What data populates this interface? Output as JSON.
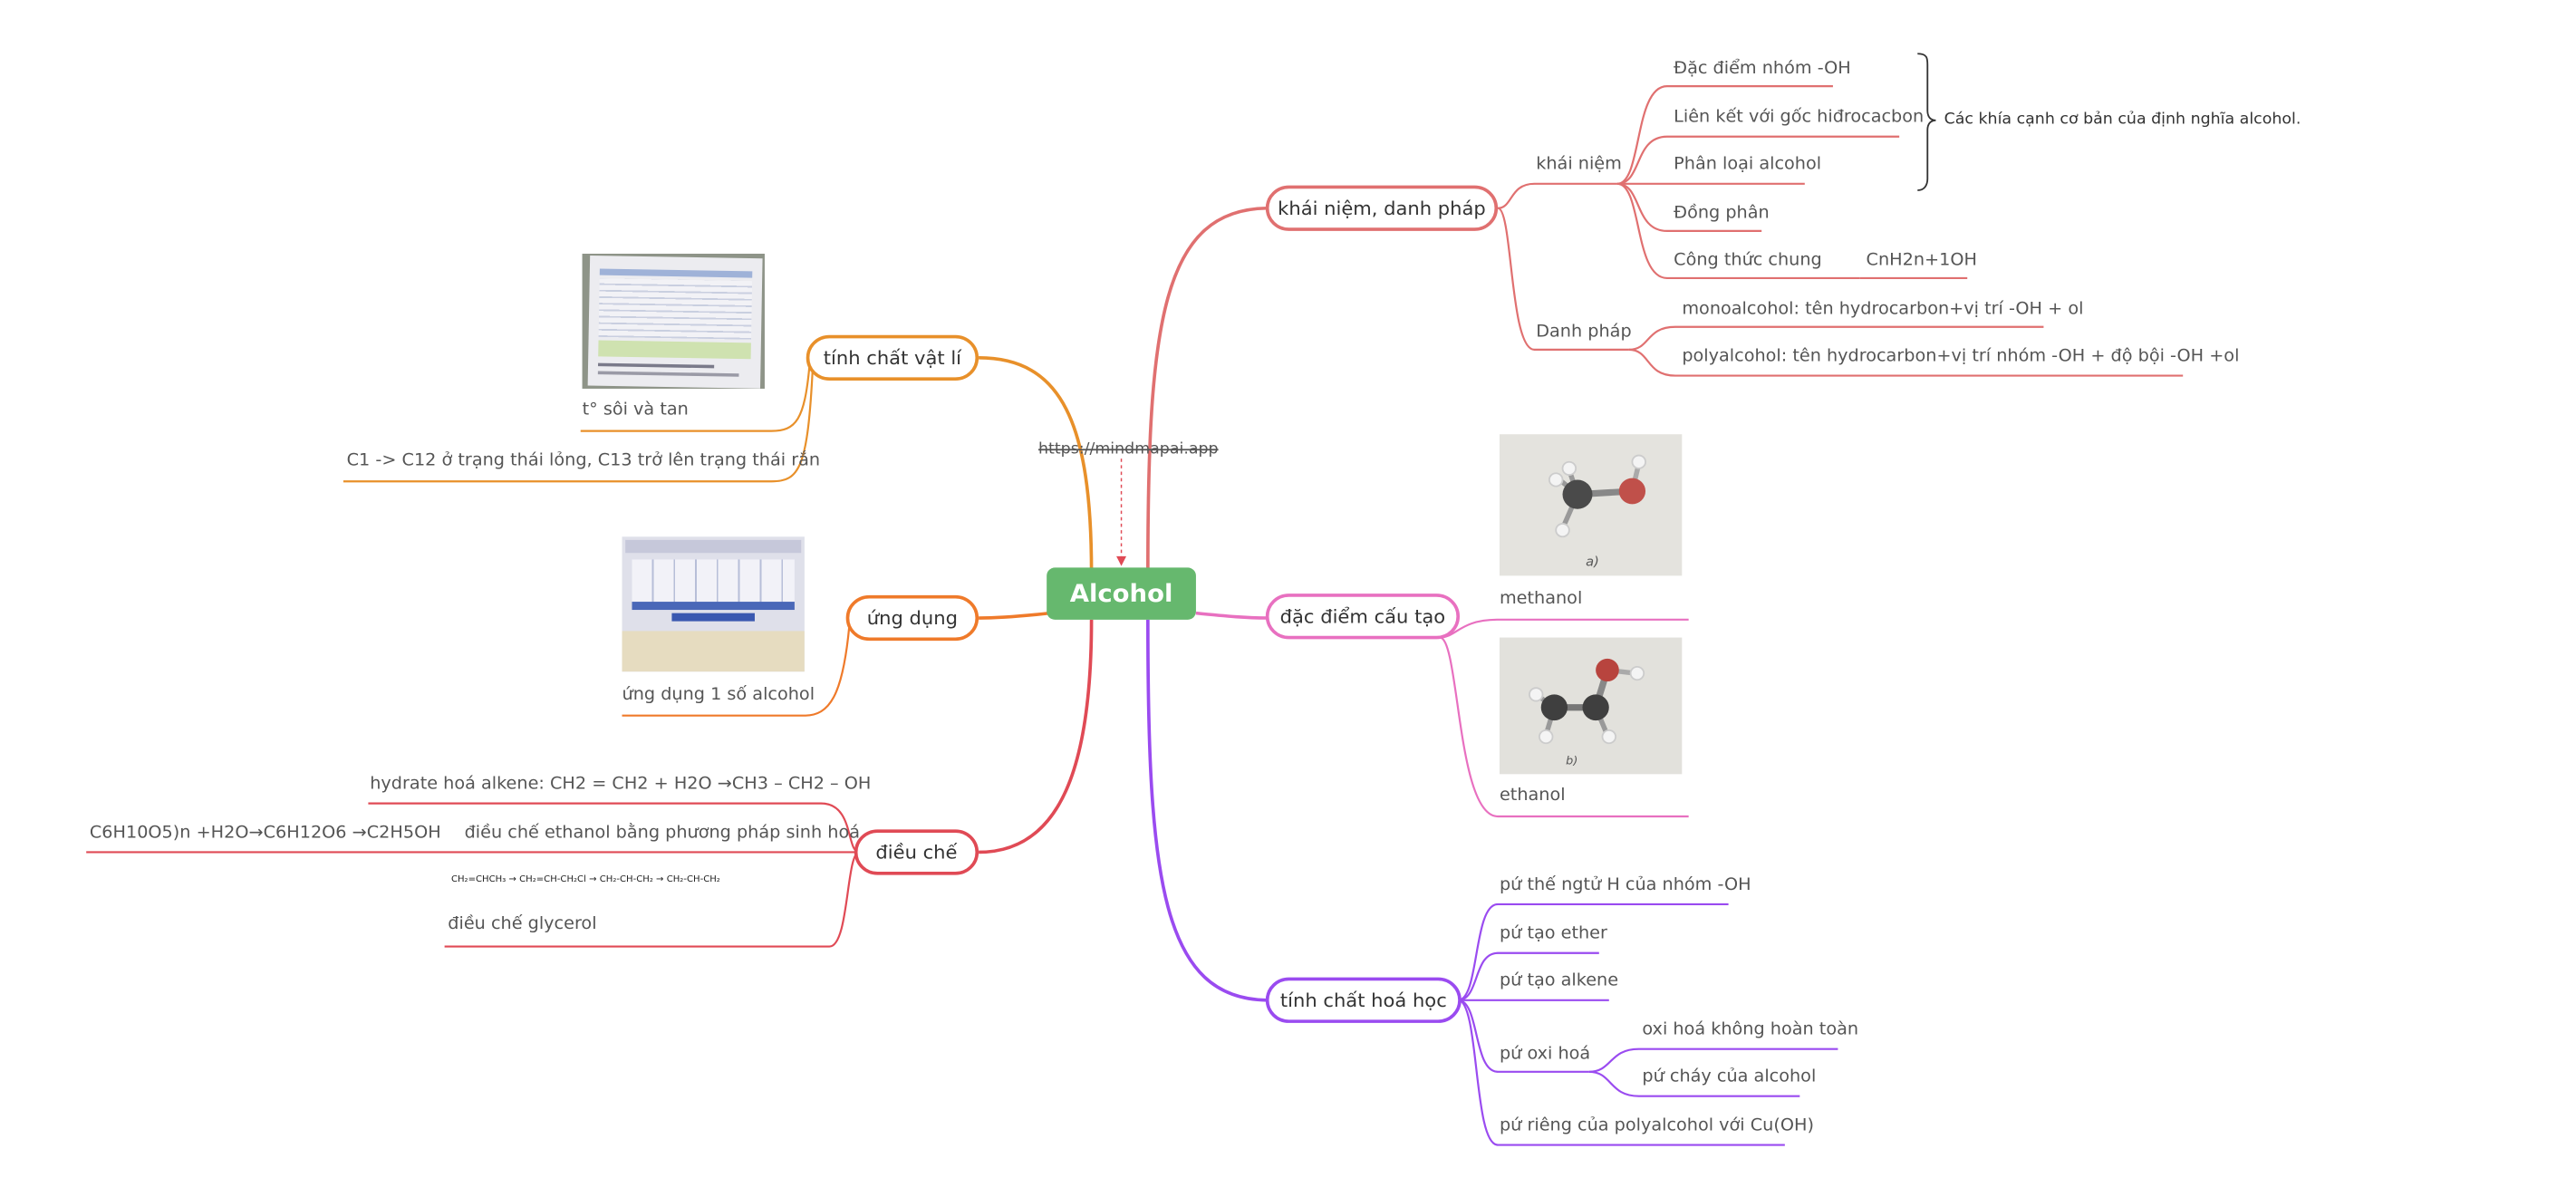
{
  "central": {
    "label": "Alcohol"
  },
  "note": "https://mindmapai.app",
  "colors": {
    "khai_niem": "#e07070",
    "cau_tao": "#e870c0",
    "hoa_hoc": "#9a4bf0",
    "vat_li": "#e8902a",
    "ung_dung": "#ef7a2a",
    "dieu_che": "#e04a55",
    "central": "#66b86e"
  },
  "branches": {
    "khai_niem": {
      "label": "khái niệm, danh pháp",
      "khai_niem": {
        "label": "khái niệm",
        "items": [
          "Đặc điểm nhóm -OH",
          "Liên kết với gốc hiđrocacbon",
          "Phân loại alcohol",
          "Đồng phân",
          "Công thức chung"
        ],
        "formula": "CnH2n+1OH",
        "brace_note": "Các khía cạnh cơ bản của định nghĩa alcohol."
      },
      "danh_phap": {
        "label": "Danh pháp",
        "items": [
          "monoalcohol: tên hydrocarbon+vị trí -OH + ol",
          "polyalcohol: tên hydrocarbon+vị trí nhóm -OH + độ bội -OH +ol"
        ]
      }
    },
    "cau_tao": {
      "label": "đặc điểm cấu tạo",
      "items": [
        {
          "label": "methanol",
          "image_caption": "a)"
        },
        {
          "label": "ethanol",
          "image_caption": "b)"
        }
      ]
    },
    "hoa_hoc": {
      "label": "tính chất hoá học",
      "items": [
        "pứ thế ngtử H của nhóm -OH",
        "pứ tạo ether",
        "pứ tạo alkene",
        "pứ oxi hoá",
        "pứ riêng của polyalcohol với Cu(OH)"
      ],
      "oxi_hoa_sub": [
        "oxi hoá không hoàn toàn",
        "pứ cháy của alcohol"
      ]
    },
    "vat_li": {
      "label": "tính chất vật lí",
      "items": [
        "t° sôi và tan",
        "C1 -> C12 ở trạng thái lỏng, C13 trở lên trạng thái rắn"
      ]
    },
    "ung_dung": {
      "label": "ứng dụng",
      "items": [
        "ứng dụng 1 số alcohol"
      ]
    },
    "dieu_che": {
      "label": "điều chế",
      "items": [
        "hydrate hoá alkene: CH2 = CH2 + H2O →CH3 – CH2 – OH",
        "điều chế ethanol bằng phương pháp sinh hoá",
        "điều chế glycerol"
      ],
      "sinh_hoa_sub": "C6H10O5)n +H2O→C6H12O6 →C2H5OH",
      "glycerol_formula": "CH₂=CHCH₃ → CH₂=CH-CH₂Cl → CH₂-CH-CH₂ → CH₂-CH-CH₂"
    }
  }
}
